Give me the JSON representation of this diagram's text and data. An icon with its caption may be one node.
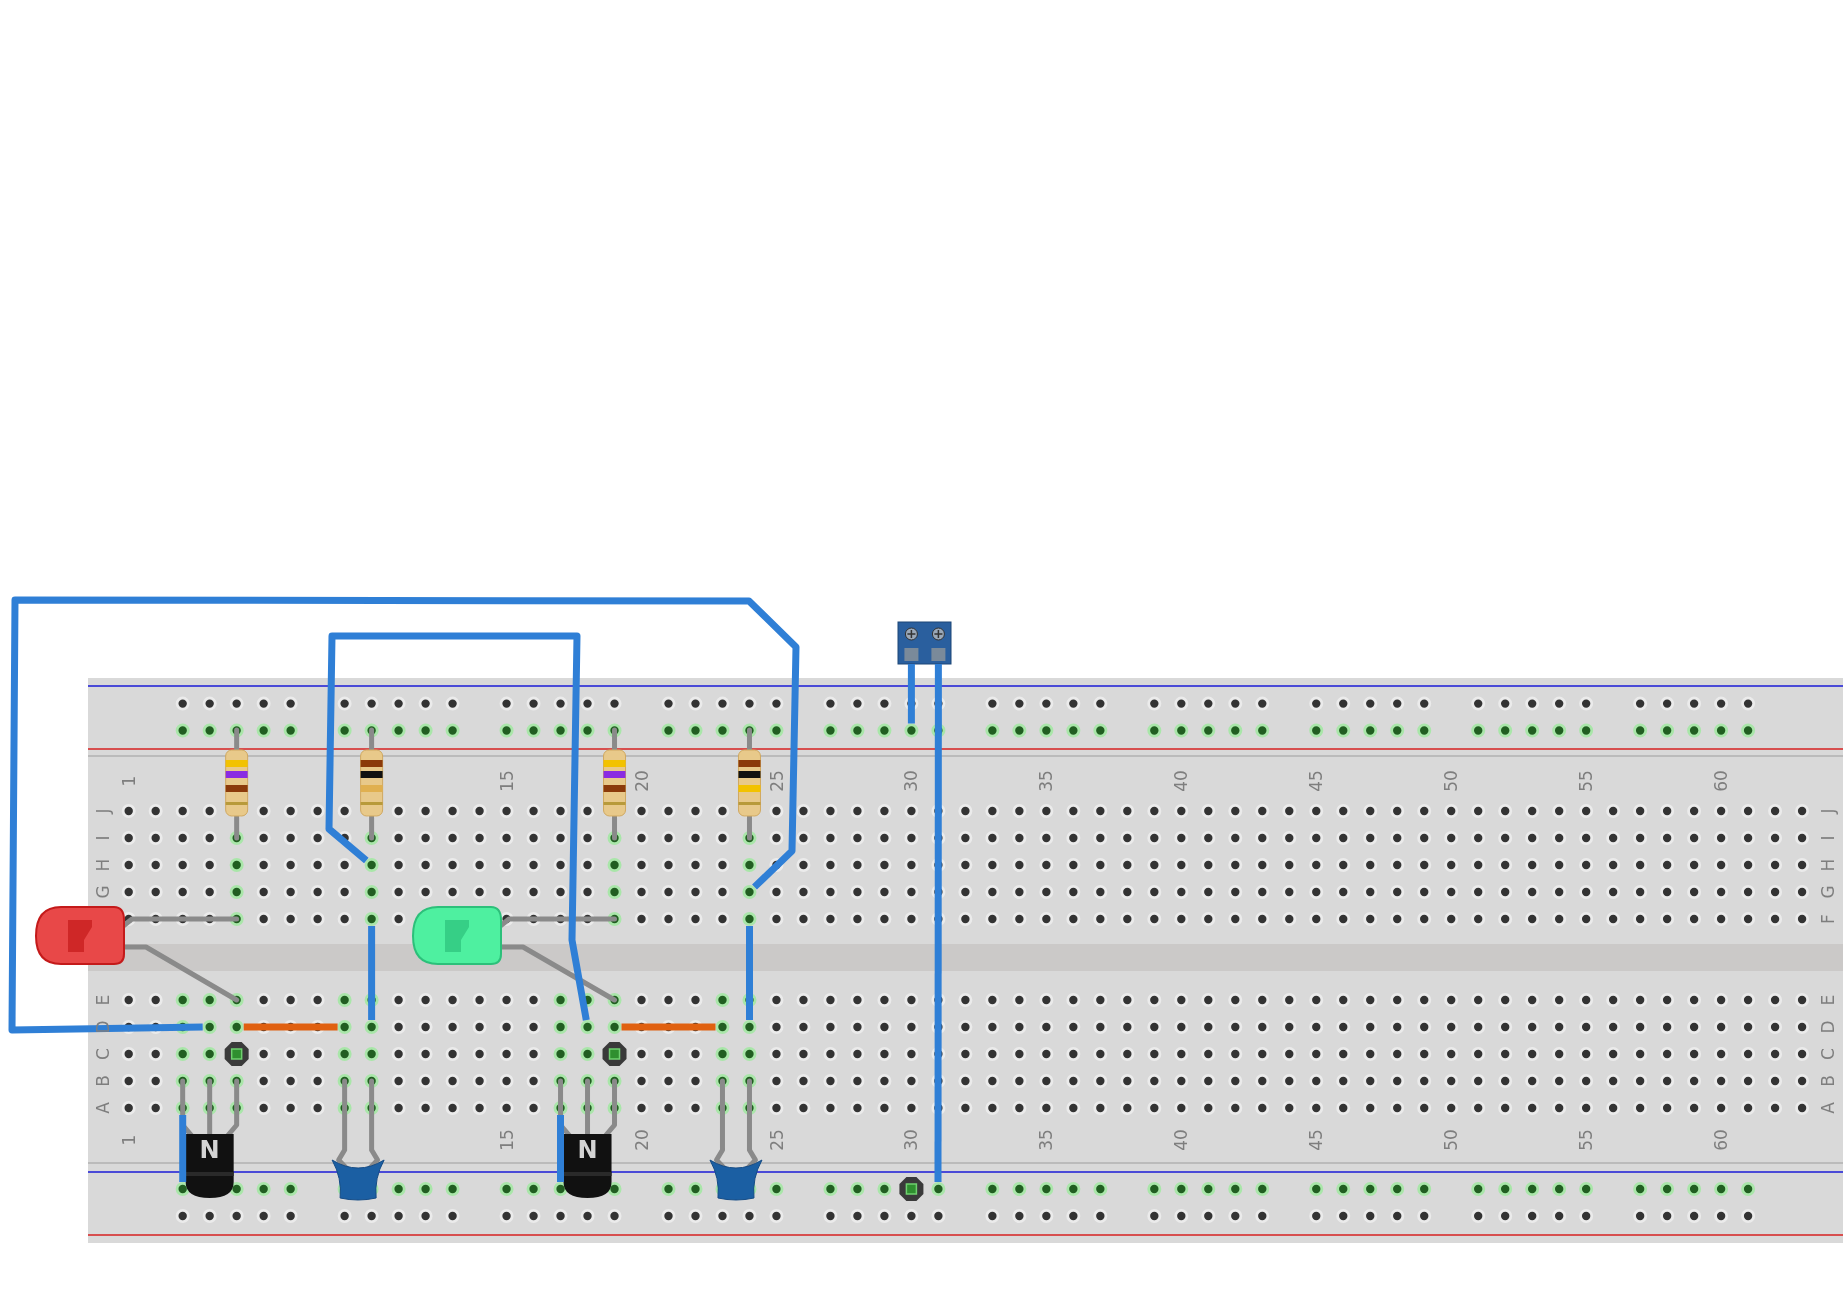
{
  "diagram": {
    "nodes": [
      {
        "text": [],
        "shape": "box"
      },
      {
        "text": [],
        "shape": "circle"
      },
      {
        "text": [],
        "shape": "circle"
      },
      {
        "text": [],
        "shape": "circle"
      },
      {
        "text": [],
        "shape": "circle"
      },
      {
        "text": [],
        "shape": "circle"
      },
      {
        "text": [],
        "shape": "circle"
      },
      {
        "text": [],
        "shape": "circle"
      },
      {
        "text": [],
        "shape": "circle"
      },
      {
        "text": [],
        "shape": "circle"
      },
      {
        "text": [],
        "shape": "circle"
      },
      {
        "text": [],
        "shape": "circle"
      },
      {
        "text": [],
        "shape": "circle"
      },
      {
        "text": [],
        "shape": "circle"
      },
      {
        "text": [],
        "shape": "circle"
      },
      {
        "text": [],
        "shape": "circle"
      },
      {
        "text": [],
        "shape": "circle"
      },
      {
        "text": [],
        "shape": "circle"
      },
      {
        "text": [],
        "shape": "circle"
      }
    ],
    "edges": [
      {
        "from": 0,
        "to": 1,
        "arrow": "none"
      },
      {
        "from": 0,
        "to": 18,
        "arrow": "none"
      },
      {
        "from": 6,
        "to": 3,
        "arrow": "none"
      },
      {
        "from": 2,
        "to": 10,
        "arrow": "none"
      },
      {
        "from": 4,
        "to": 9,
        "arrow": "none"
      },
      {
        "from": 5,
        "to": 13,
        "arrow": "none"
      },
      {
        "from": 7,
        "to": 8,
        "arrow": "none",
        "color": "#e06010"
      },
      {
        "from": 11,
        "to": 12,
        "arrow": "none",
        "color": "#e06010"
      },
      {
        "from": 14,
        "to": 16,
        "arrow": "none"
      },
      {
        "from": 15,
        "to": 17,
        "arrow": "none"
      }
    ],
    "labels": [
      "1",
      "15",
      "20",
      "25",
      "30",
      "35",
      "40",
      "45",
      "50",
      "55",
      "60",
      "J",
      "I",
      "H",
      "G",
      "E",
      "D",
      "C",
      "B",
      "A",
      "J",
      "I",
      "H",
      "G",
      "F",
      "E",
      "D",
      "C",
      "B",
      "A",
      "1",
      "15",
      "20",
      "25",
      "30",
      "35",
      "40",
      "45",
      "50",
      "55",
      "60",
      "N",
      "N"
    ]
  }
}
